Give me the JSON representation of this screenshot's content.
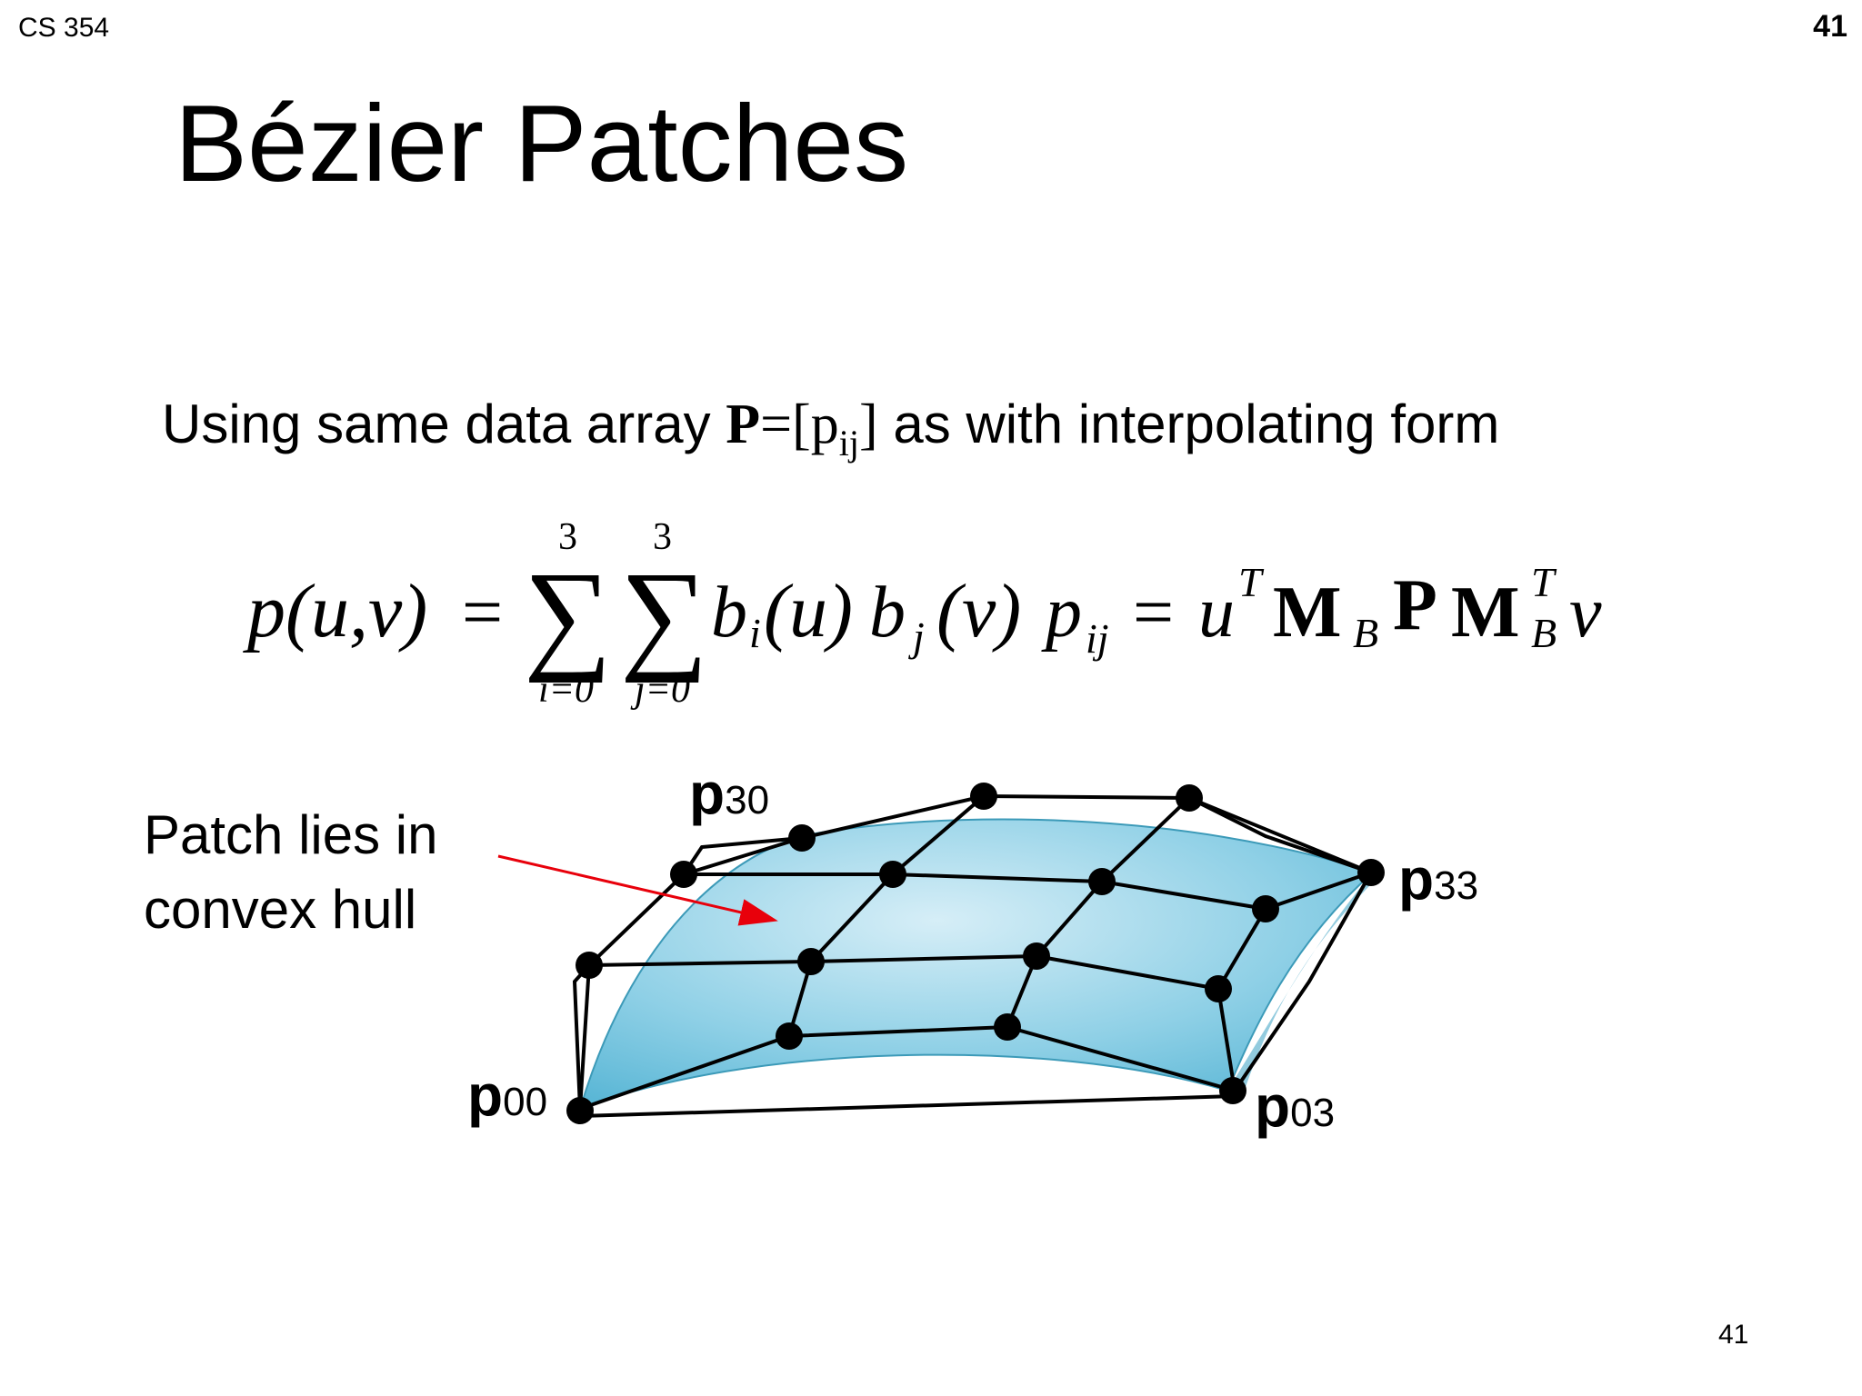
{
  "header": {
    "course": "CS 354",
    "page_number": "41"
  },
  "title": "Bézier Patches",
  "intro": {
    "before": "Using same data array ",
    "matrix_name": "P",
    "equals": "=[p",
    "subscript": "ij",
    "close": "]",
    "after": " as with interpolating form"
  },
  "formula": {
    "lhs": "p(u,v)",
    "eq1": "=",
    "sum_upper_i": "3",
    "sum_lower_i": "i=0",
    "sum_upper_j": "3",
    "sum_lower_j": "j=0",
    "sigma": "∑",
    "b_i": "b",
    "b_i_sub": "i",
    "arg_u": "(u)",
    "b_j": "b",
    "b_j_sub": "j",
    "arg_v": "(v)",
    "p": "p",
    "p_sub": "ij",
    "eq2": "=",
    "u": "u",
    "u_sup": "T",
    "M1": "M",
    "M1_sub": "B",
    "P": "P",
    "M2": "M",
    "M2_sub": "B",
    "M2_sup": "T",
    "v": "v"
  },
  "caption": {
    "line1": "Patch lies in",
    "line2": "convex hull"
  },
  "diagram": {
    "labels": {
      "p30": {
        "letter": "p",
        "index": "30"
      },
      "p33": {
        "letter": "p",
        "index": "33"
      },
      "p00": {
        "letter": "p",
        "index": "00"
      },
      "p03": {
        "letter": "p",
        "index": "03"
      }
    },
    "surface_color": "#6fc3de",
    "surface_highlight": "#d6eef7",
    "arrow_color": "#e8000b",
    "point_color": "#000000"
  },
  "footer": {
    "page_number": "41"
  }
}
